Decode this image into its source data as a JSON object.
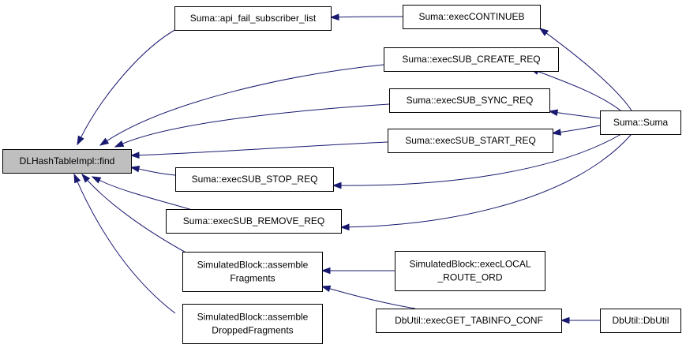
{
  "colors": {
    "edge": "#191970",
    "root_fill": "#bfbfbf",
    "node_fill": "#ffffff",
    "border": "#000000"
  },
  "nodes": {
    "find": {
      "lines": [
        "DLHashTableImpl::find"
      ],
      "root": true
    },
    "api_fail": {
      "lines": [
        "Suma::api_fail_subscriber_list"
      ]
    },
    "continueb": {
      "lines": [
        "Suma::execCONTINUEB"
      ]
    },
    "create_req": {
      "lines": [
        "Suma::execSUB_CREATE_REQ"
      ]
    },
    "sync_req": {
      "lines": [
        "Suma::execSUB_SYNC_REQ"
      ]
    },
    "start_req": {
      "lines": [
        "Suma::execSUB_START_REQ"
      ]
    },
    "stop_req": {
      "lines": [
        "Suma::execSUB_STOP_REQ"
      ]
    },
    "remove_req": {
      "lines": [
        "Suma::execSUB_REMOVE_REQ"
      ]
    },
    "suma": {
      "lines": [
        "Suma::Suma"
      ]
    },
    "assemble_frag": {
      "lines": [
        "SimulatedBlock::assemble",
        "Fragments"
      ]
    },
    "assemble_dropped": {
      "lines": [
        "SimulatedBlock::assemble",
        "DroppedFragments"
      ]
    },
    "local_route": {
      "lines": [
        "SimulatedBlock::execLOCAL",
        "_ROUTE_ORD"
      ]
    },
    "get_tabinfo": {
      "lines": [
        "DbUtil::execGET_TABINFO_CONF"
      ]
    },
    "dbutil": {
      "lines": [
        "DbUtil::DbUtil"
      ]
    }
  },
  "edges": [
    {
      "from": "api_fail",
      "to": "find"
    },
    {
      "from": "create_req",
      "to": "find"
    },
    {
      "from": "sync_req",
      "to": "find"
    },
    {
      "from": "start_req",
      "to": "find"
    },
    {
      "from": "stop_req",
      "to": "find"
    },
    {
      "from": "remove_req",
      "to": "find"
    },
    {
      "from": "assemble_frag",
      "to": "find"
    },
    {
      "from": "assemble_dropped",
      "to": "find"
    },
    {
      "from": "continueb",
      "to": "api_fail"
    },
    {
      "from": "suma",
      "to": "continueb"
    },
    {
      "from": "suma",
      "to": "create_req"
    },
    {
      "from": "suma",
      "to": "sync_req"
    },
    {
      "from": "suma",
      "to": "start_req"
    },
    {
      "from": "suma",
      "to": "stop_req"
    },
    {
      "from": "suma",
      "to": "remove_req"
    },
    {
      "from": "local_route",
      "to": "assemble_frag"
    },
    {
      "from": "get_tabinfo",
      "to": "assemble_frag"
    },
    {
      "from": "dbutil",
      "to": "get_tabinfo"
    }
  ]
}
